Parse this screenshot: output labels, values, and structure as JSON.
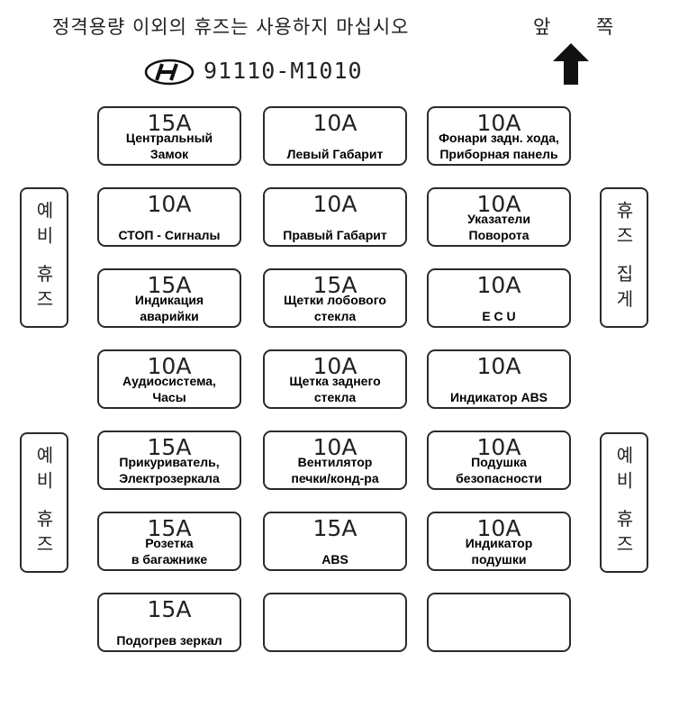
{
  "header": {
    "warning_text": "정격용량 이외의 휴즈는 사용하지 마십시오",
    "front_label": "앞 쪽",
    "part_number": "91110-M1010"
  },
  "fuses": [
    {
      "amp": "15A",
      "label": "Центральный\nЗамок"
    },
    {
      "amp": "10A",
      "label": "Левый  Габарит"
    },
    {
      "amp": "10A",
      "label": "Фонари задн. хода,\nПриборная панель"
    },
    {
      "amp": "10A",
      "label": "СТОП - Сигналы"
    },
    {
      "amp": "10A",
      "label": "Правый  Габарит"
    },
    {
      "amp": "10A",
      "label": "Указатели\nПоворота"
    },
    {
      "amp": "15A",
      "label": "Индикация\nаварийки"
    },
    {
      "amp": "15A",
      "label": "Щетки лобового\nстекла"
    },
    {
      "amp": "10A",
      "label": "E C U"
    },
    {
      "amp": "10A",
      "label": "Аудиосистема,\nЧасы"
    },
    {
      "amp": "10A",
      "label": "Щетка заднего\nстекла"
    },
    {
      "amp": "10A",
      "label": "Индикатор ABS"
    },
    {
      "amp": "15A",
      "label": "Прикуриватель,\nЭлектрозеркала"
    },
    {
      "amp": "10A",
      "label": "Вентилятор\nпечки/конд-ра"
    },
    {
      "amp": "10A",
      "label": "Подушка\nбезопасности"
    },
    {
      "amp": "15A",
      "label": "Розетка\nв багажнике"
    },
    {
      "amp": "15A",
      "label": "ABS"
    },
    {
      "amp": "10A",
      "label": "Индикатор\nподушки"
    },
    {
      "amp": "15A",
      "label": "Подогрев зеркал"
    },
    {
      "amp": "",
      "label": ""
    },
    {
      "amp": "",
      "label": ""
    }
  ],
  "spares": [
    {
      "label": "예비 휴즈"
    },
    {
      "label": "휴즈 집게"
    },
    {
      "label": "예비 휴즈"
    },
    {
      "label": "예비 휴즈"
    }
  ]
}
